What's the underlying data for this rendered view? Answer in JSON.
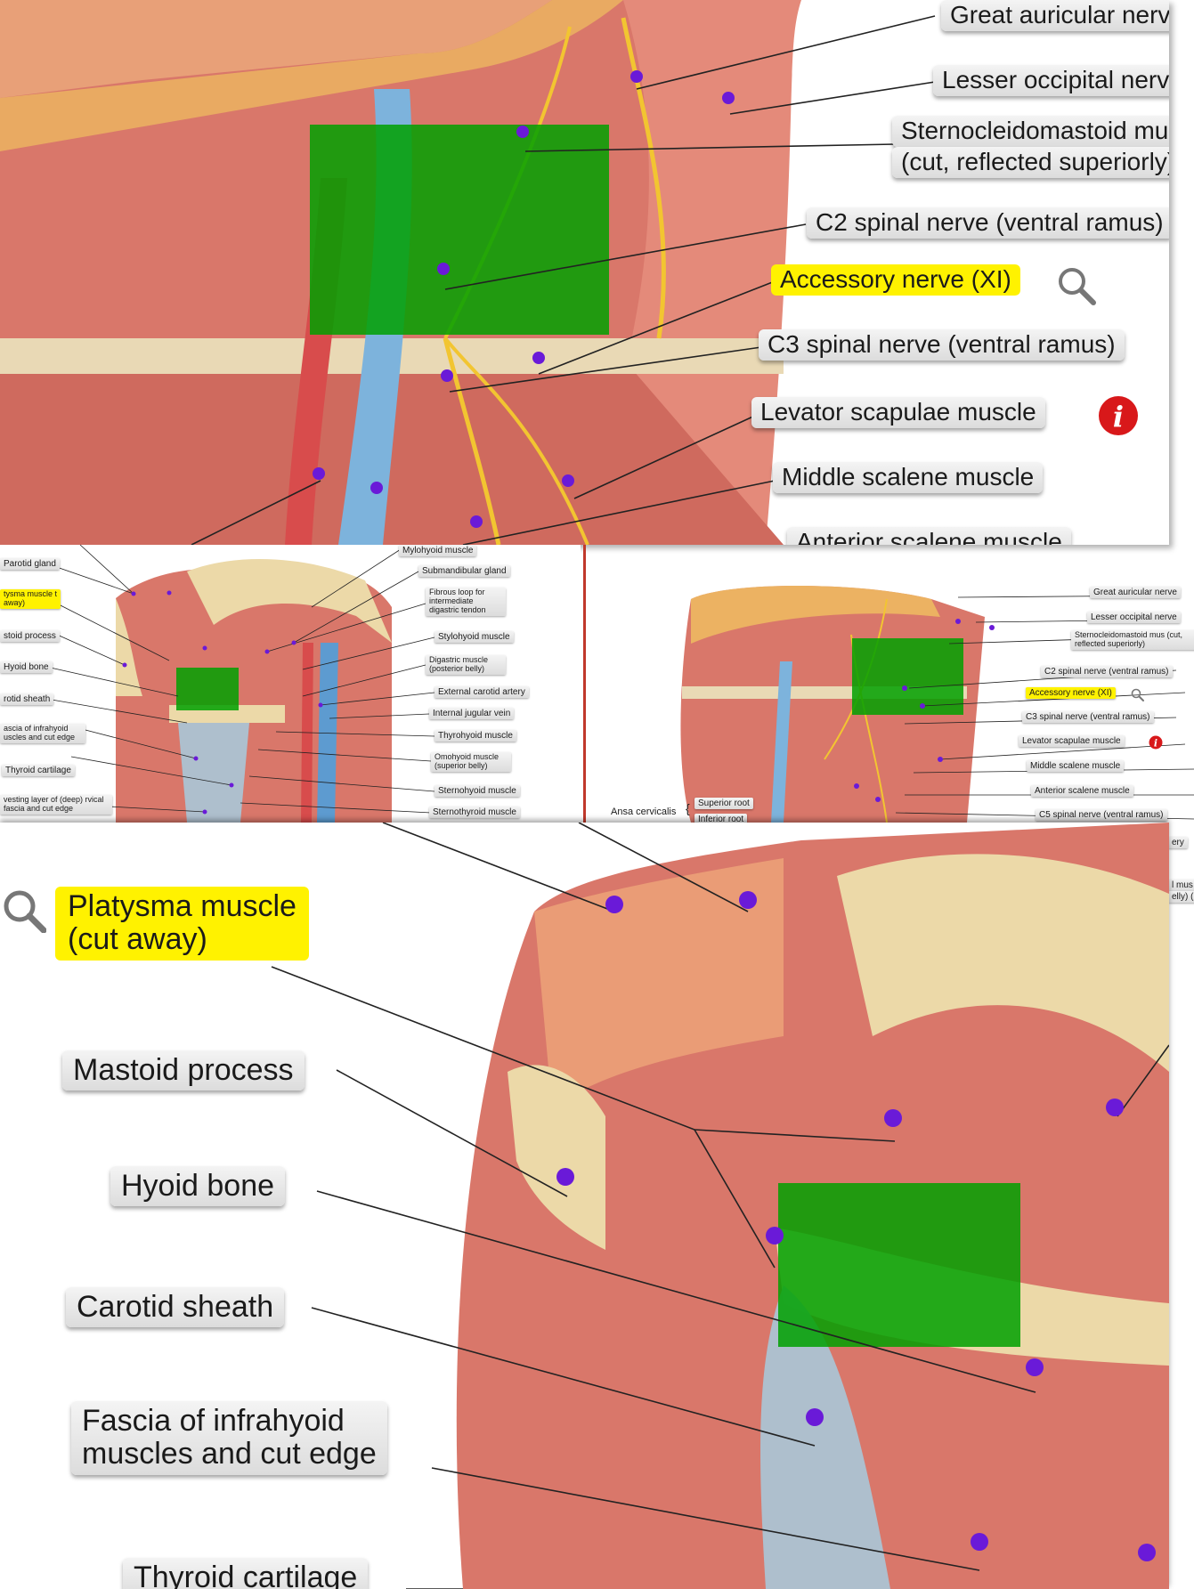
{
  "colors": {
    "highlight": "#fff200",
    "overlay": "#00a000",
    "pin": "#6a1ad8",
    "info": "#d8181a",
    "nerve": "#f2c531",
    "artery": "#d23a3a",
    "vein": "#3f86c8"
  },
  "top_panel": {
    "labels": [
      "Great auricular nerve",
      "Lesser occipital nerve",
      "Sternocleidomastoid muscle",
      "(cut, reflected superiorly)",
      "C2 spinal nerve (ventral ramus)",
      "Accessory nerve (XI)",
      "C3 spinal nerve (ventral ramus)",
      "Levator scapulae muscle",
      "Middle scalene muscle",
      "Anterior scalene muscle"
    ],
    "search_icon": "magnifier-icon",
    "info_icon": "info-icon"
  },
  "anterior_thumb": {
    "labels": [
      "Mylohyoid muscle",
      "Submandibular gland",
      "Fibrous loop for intermediate digastric tendon",
      "Stylohyoid muscle",
      "Digastric muscle (posterior belly)",
      "External carotid artery",
      "Internal jugular vein",
      "Thyrohyoid muscle",
      "Omohyoid muscle (superior belly)",
      "Sternohyoid muscle",
      "Sternothyroid muscle"
    ],
    "left_labels": [
      "Parotid gland",
      "tysma muscle t away)",
      "stoid process",
      "Hyoid bone",
      "rotid sheath",
      "ascia of infrahyoid uscles and cut edge",
      "Thyroid cartilage",
      "vesting layer of (deep) rvical fascia and cut edge"
    ]
  },
  "lateral_thumb": {
    "labels": [
      "Great auricular nerve",
      "Lesser occipital nerve",
      "Sternocleidomastoid mus (cut, reflected superiorly)",
      "C2 spinal nerve (ventral ramus)",
      "Accessory nerve (XI)",
      "C3 spinal nerve (ventral ramus)",
      "Levator scapulae muscle",
      "Middle scalene muscle",
      "Anterior scalene muscle",
      "C5 spinal nerve (ventral ramus)"
    ],
    "ansa": "Ansa cervicalis",
    "superior_root": "Superior root",
    "inferior_root": "Inferior root",
    "edge": [
      "ery",
      "l mus",
      "elly) ("
    ]
  },
  "bottom_panel": {
    "labels": [
      "Platysma muscle",
      "(cut away)",
      "Mastoid process",
      "Hyoid bone",
      "Carotid sheath",
      "Fascia of infrahyoid",
      "muscles and cut edge",
      "Thyroid cartilage"
    ],
    "search_icon": "magnifier-icon"
  }
}
